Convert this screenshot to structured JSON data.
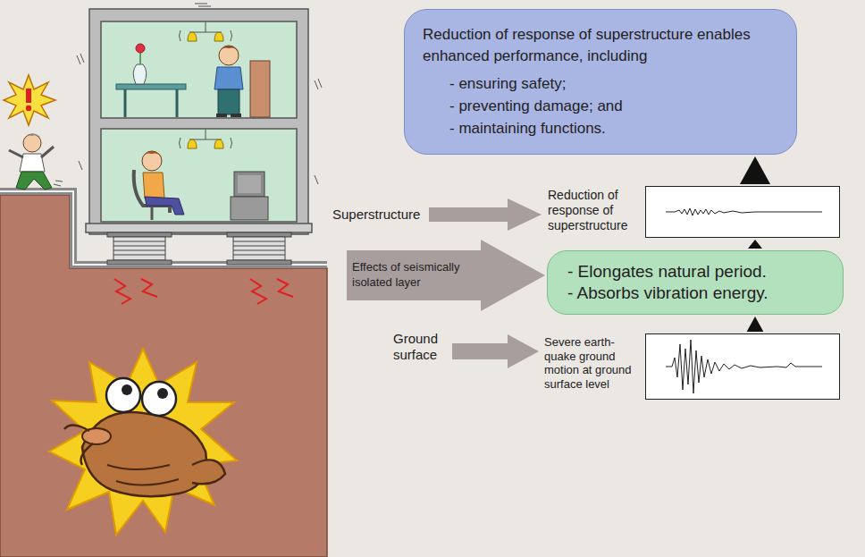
{
  "diagram": {
    "nodes": [
      {
        "text": [
          "Reduction of response of superstructure enables enhanced performance, including",
          "- ensuring safety;",
          "- preventing damage; and",
          "- maintaining functions."
        ]
      },
      {
        "text": [
          "Reduction of response of superstructure"
        ]
      },
      {
        "text": [
          "Effects of seismically isolated layer"
        ]
      },
      {
        "text": [
          "- Elongates natural period.",
          "- Absorbs vibration energy."
        ]
      },
      {
        "text": [
          "Severe earth-quake ground motion at ground surface level"
        ]
      }
    ],
    "edges": [
      {
        "from": 4,
        "to": 3,
        "arrow": "to"
      },
      {
        "from": 3,
        "to": 1,
        "arrow": "to"
      },
      {
        "from": 1,
        "to": 0,
        "arrow": "to"
      }
    ],
    "labels": [
      "Superstructure",
      "Ground surface"
    ]
  }
}
